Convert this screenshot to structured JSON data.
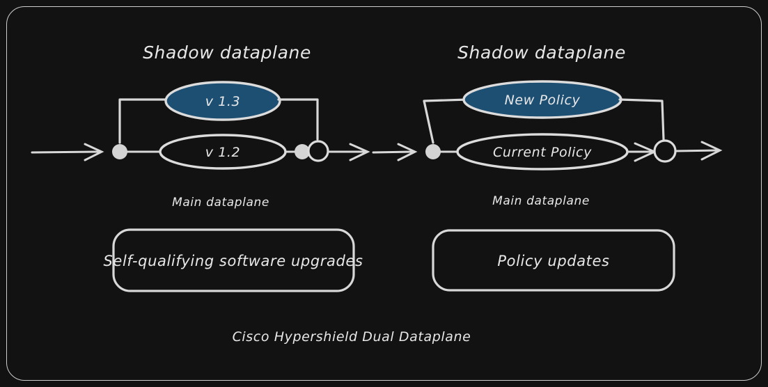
{
  "page": {
    "background_color": "#121212",
    "line_color": "#d8d8d8",
    "text_color": "#e8e8e8",
    "accent_blue": "#1d4f73",
    "caption": "Cisco Hypershield Dual Dataplane"
  },
  "panels": [
    {
      "id": "software-upgrades",
      "shadow_title": "Shadow dataplane",
      "shadow_node_label": "v 1.3",
      "main_node_label": "v 1.2",
      "main_title": "Main dataplane",
      "box_label": "Self-qualifying software upgrades"
    },
    {
      "id": "policy-updates",
      "shadow_title": "Shadow dataplane",
      "shadow_node_label": "New Policy",
      "main_node_label": "Current Policy",
      "main_title": "Main dataplane",
      "box_label": "Policy updates"
    }
  ]
}
